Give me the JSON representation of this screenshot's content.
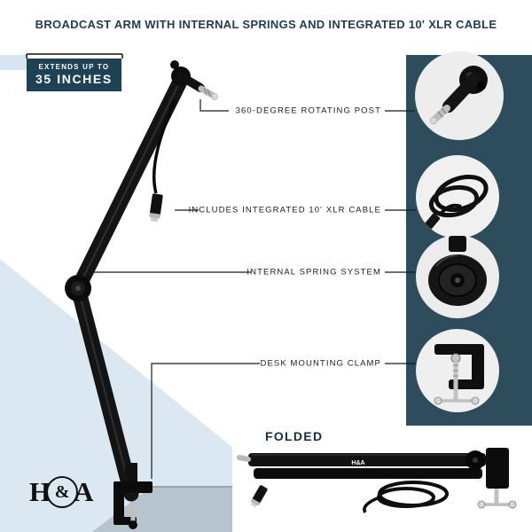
{
  "header": {
    "title": "BROADCAST ARM WITH INTERNAL SPRINGS AND INTEGRATED 10' XLR CABLE"
  },
  "badge": {
    "line1": "EXTENDS UP TO",
    "line2": "35 INCHES"
  },
  "callouts": [
    {
      "label": "360-DEGREE ROTATING POST"
    },
    {
      "label": "INCLUDES INTEGRATED 10' XLR CABLE"
    },
    {
      "label": "INTERNAL SPRING SYSTEM"
    },
    {
      "label": "DESK MOUNTING CLAMP"
    }
  ],
  "folded": {
    "label": "FOLDED",
    "sticker": "H&A"
  },
  "logo": {
    "left": "H",
    "mid": "&",
    "right": "A"
  },
  "colors": {
    "headline": "#1b4152",
    "badge_bg": "#1c4254",
    "side_panel": "#2e4d5c",
    "light_blue": "#dce8f1",
    "desk_gray": "#b8c4cd",
    "callout_line": "#1a1a1a"
  }
}
